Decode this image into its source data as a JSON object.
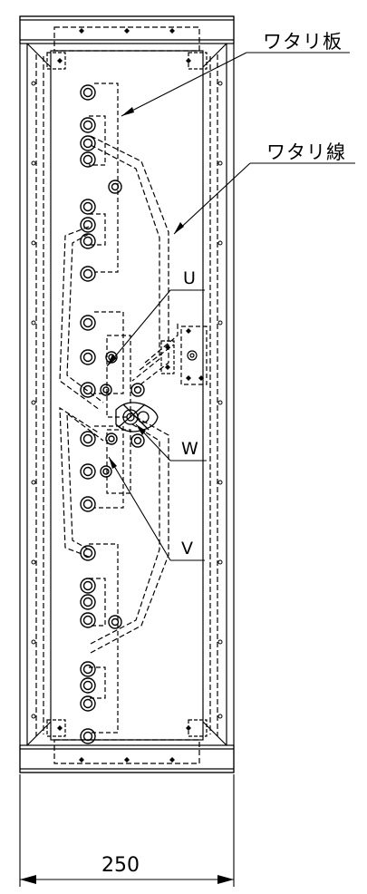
{
  "callouts": {
    "watari_ita": "ワタリ板",
    "watari_sen": "ワタリ線",
    "phase_u": "U",
    "phase_w": "W",
    "phase_v": "V"
  },
  "dimension": {
    "width": "250"
  }
}
